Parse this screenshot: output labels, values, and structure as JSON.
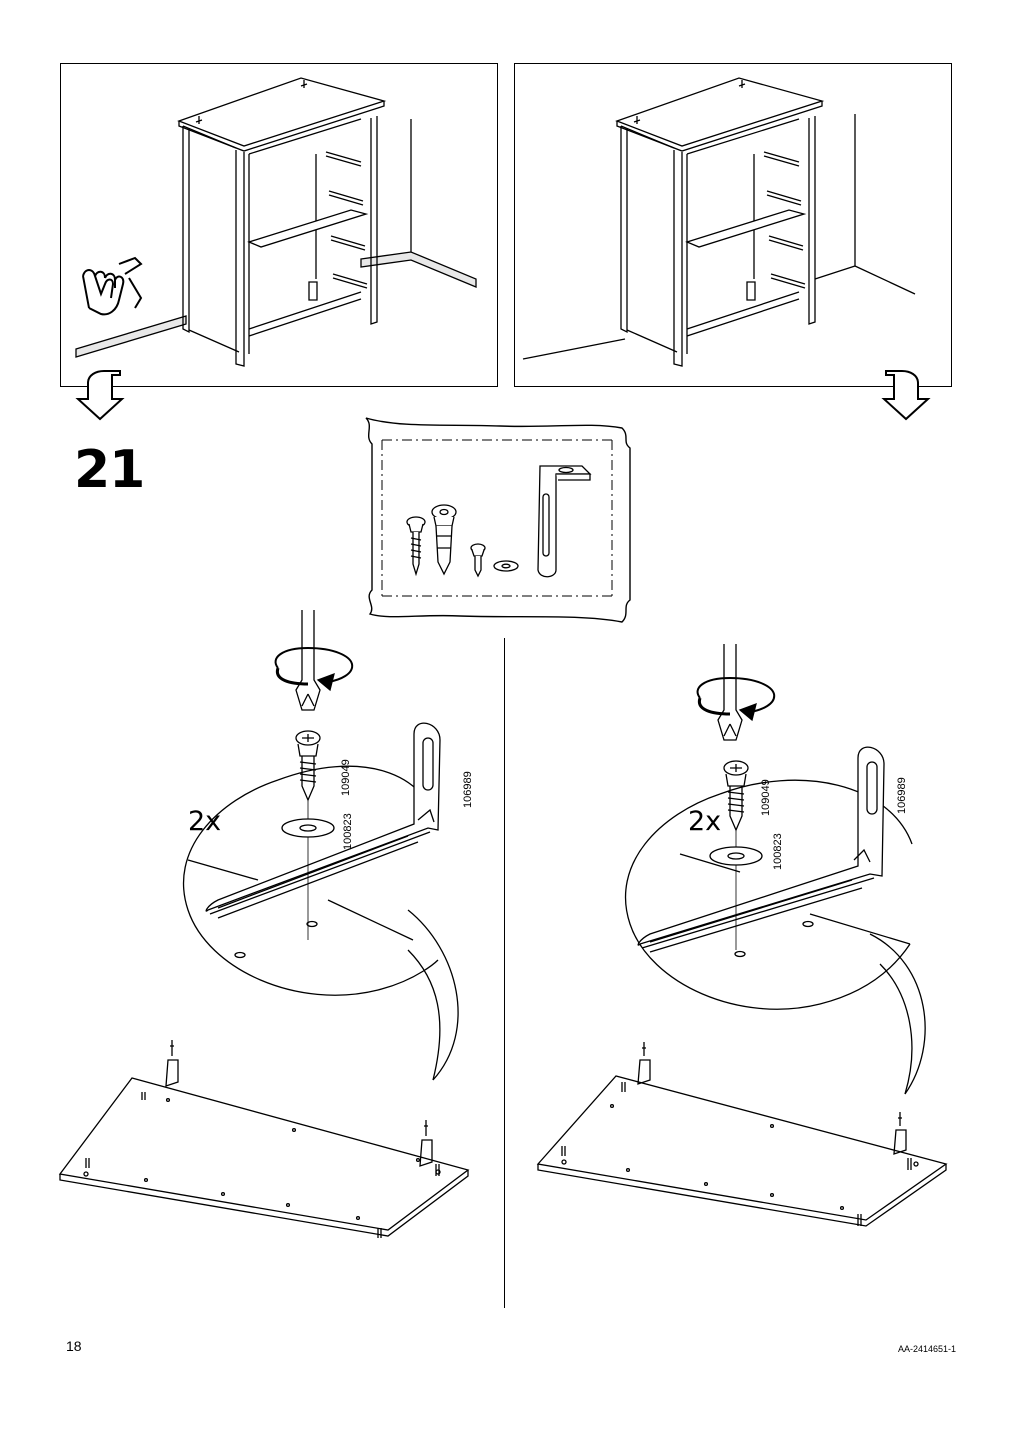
{
  "step": {
    "number": "21"
  },
  "page": {
    "number": "18",
    "code": "AA-2414651-1"
  },
  "detail_left": {
    "quantity": "2x",
    "screw_part": "109049",
    "washer_part": "100823",
    "bracket_part": "106989"
  },
  "detail_right": {
    "quantity": "2x",
    "screw_part": "109049",
    "washer_part": "100823",
    "bracket_part": "106989"
  },
  "icons": [
    "hand-knock-icon",
    "arrow-down-left-icon",
    "arrow-down-right-icon",
    "screwdriver-icon",
    "rotate-clockwise-icon"
  ]
}
